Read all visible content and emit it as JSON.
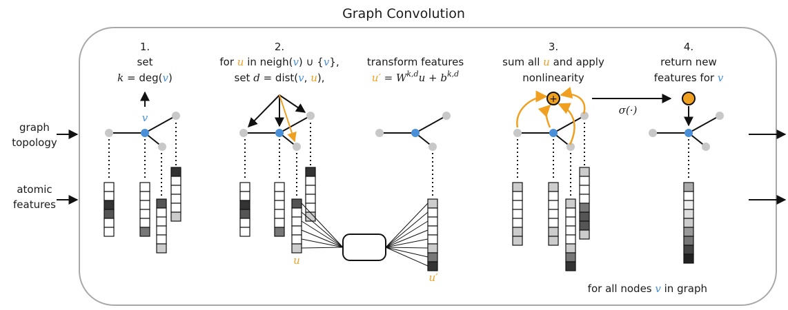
{
  "title": "Graph Convolution",
  "inputs": {
    "graph_line1": "graph",
    "graph_line2": "topology",
    "atomic_line1": "atomic",
    "atomic_line2": "features"
  },
  "step1": {
    "num": "1.",
    "line1": "set",
    "k": "k",
    "eq": " = deg(",
    "v": "v",
    "close": ")"
  },
  "step2": {
    "num": "2.",
    "for": "for ",
    "u": "u",
    "in_neigh": " in neigh(",
    "v": "v",
    "union": ") ∪ {",
    "close": "},",
    "set": "set ",
    "d": "d",
    "eq": " = dist(",
    "comma": ", ",
    "end": "),",
    "t_line1": "transform features",
    "u_prime": "u′",
    "eq2": " = W",
    "sup1": "k,d",
    "mid": "u + b",
    "sup2": "k,d"
  },
  "step3": {
    "num": "3.",
    "line1a": "sum all ",
    "u": "u",
    "line1b": " and apply",
    "line2": "nonlinearity",
    "sigma": "σ(·)"
  },
  "step4": {
    "num": "4.",
    "line1": "return new",
    "line2a": "features for ",
    "v": "v"
  },
  "labels": {
    "v": "v",
    "u": "u",
    "u_prime": "u′",
    "plus": "+"
  },
  "footer": {
    "a": "for all nodes ",
    "v": "v",
    "b": " in graph"
  },
  "colors": {
    "blue": "#4a90d9",
    "orange": "#f0a020",
    "node_gray": "#c8c8c8",
    "frame": "#a8a8a8"
  },
  "feature_vectors": {
    "v_cells": [
      "#ffffff",
      "#ffffff",
      "#ffffff",
      "#ffffff",
      "#ffffff",
      "#777777"
    ],
    "left_cells": [
      "#ffffff",
      "#ffffff",
      "#333333",
      "#555555",
      "#ffffff",
      "#ffffff"
    ],
    "low_cells": [
      "#555555",
      "#ffffff",
      "#ffffff",
      "#ffffff",
      "#ffffff",
      "#cccccc"
    ],
    "upper_cells": [
      "#333333",
      "#ffffff",
      "#ffffff",
      "#ffffff",
      "#ffffff",
      "#cccccc"
    ],
    "uprime_cells": [
      "#cccccc",
      "#ffffff",
      "#ffffff",
      "#ffffff",
      "#ffffff",
      "#cccccc",
      "#777777",
      "#333333"
    ],
    "sum_left_cells": [
      "#cccccc",
      "#ffffff",
      "#ffffff",
      "#ffffff",
      "#ffffff",
      "#cccccc",
      "#cccccc"
    ],
    "sum_v_cells": [
      "#cccccc",
      "#ffffff",
      "#ffffff",
      "#ffffff",
      "#ffffff",
      "#cccccc",
      "#cccccc"
    ],
    "sum_low_cells": [
      "#cccccc",
      "#ffffff",
      "#ffffff",
      "#ffffff",
      "#ffffff",
      "#cccccc",
      "#777777",
      "#333333"
    ],
    "sum_up_cells": [
      "#cccccc",
      "#ffffff",
      "#ffffff",
      "#ffffff",
      "#777777",
      "#555555",
      "#555555",
      "#cccccc"
    ],
    "result_cells": [
      "#aaaaaa",
      "#ffffff",
      "#eeeeee",
      "#dddddd",
      "#cccccc",
      "#999999",
      "#777777",
      "#444444",
      "#222222"
    ]
  }
}
